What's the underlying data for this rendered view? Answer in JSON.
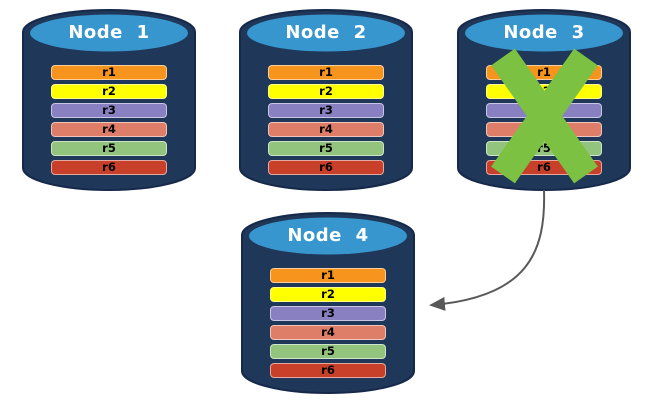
{
  "colors": {
    "background": "#FFFFFF",
    "cylinder_body": "#1F3758",
    "cylinder_outline": "#16294A",
    "cylinder_top": "#3896CF",
    "node_title_text": "#FFFFFF",
    "row_label_text": "#000000",
    "failure_x": "#7CC142",
    "arrow": "#595959"
  },
  "nodes": [
    {
      "title": "Node 1",
      "failed": false,
      "rows": [
        {
          "label": "r1",
          "color": "#F7941D"
        },
        {
          "label": "r2",
          "color": "#FFFF00"
        },
        {
          "label": "r3",
          "color": "#8880C0"
        },
        {
          "label": "r4",
          "color": "#DE7E68"
        },
        {
          "label": "r5",
          "color": "#93C47E"
        },
        {
          "label": "r6",
          "color": "#C9402A"
        }
      ]
    },
    {
      "title": "Node 2",
      "failed": false,
      "rows": [
        {
          "label": "r1",
          "color": "#F7941D"
        },
        {
          "label": "r2",
          "color": "#FFFF00"
        },
        {
          "label": "r3",
          "color": "#8880C0"
        },
        {
          "label": "r4",
          "color": "#DE7E68"
        },
        {
          "label": "r5",
          "color": "#93C47E"
        },
        {
          "label": "r6",
          "color": "#C9402A"
        }
      ]
    },
    {
      "title": "Node 3",
      "failed": true,
      "rows": [
        {
          "label": "r1",
          "color": "#F7941D"
        },
        {
          "label": "r2",
          "color": "#FFFF00"
        },
        {
          "label": "r3",
          "color": "#8880C0"
        },
        {
          "label": "r4",
          "color": "#DE7E68"
        },
        {
          "label": "r5",
          "color": "#93C47E"
        },
        {
          "label": "r6",
          "color": "#C9402A"
        }
      ]
    },
    {
      "title": "Node 4",
      "failed": false,
      "rows": [
        {
          "label": "r1",
          "color": "#F7941D"
        },
        {
          "label": "r2",
          "color": "#FFFF00"
        },
        {
          "label": "r3",
          "color": "#8880C0"
        },
        {
          "label": "r4",
          "color": "#DE7E68"
        },
        {
          "label": "r5",
          "color": "#93C47E"
        },
        {
          "label": "r6",
          "color": "#C9402A"
        }
      ]
    }
  ],
  "annotations": {
    "failure_mark_on": "Node 3",
    "arrow_from": "Node 3",
    "arrow_to": "Node 4"
  }
}
